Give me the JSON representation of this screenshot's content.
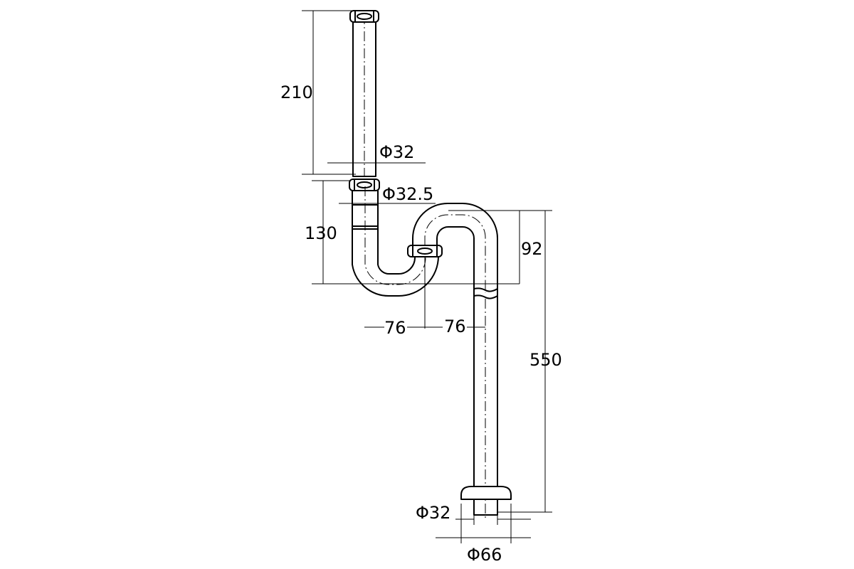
{
  "dimensions": {
    "tail_length": "210",
    "tail_diameter": "Φ32",
    "inlet_diameter": "Φ32.5",
    "trap_height": "130",
    "bend_height": "92",
    "offset_left": "76",
    "offset_right": "76",
    "drop_height": "550",
    "outlet_diameter": "Φ32",
    "flange_diameter": "Φ66"
  }
}
